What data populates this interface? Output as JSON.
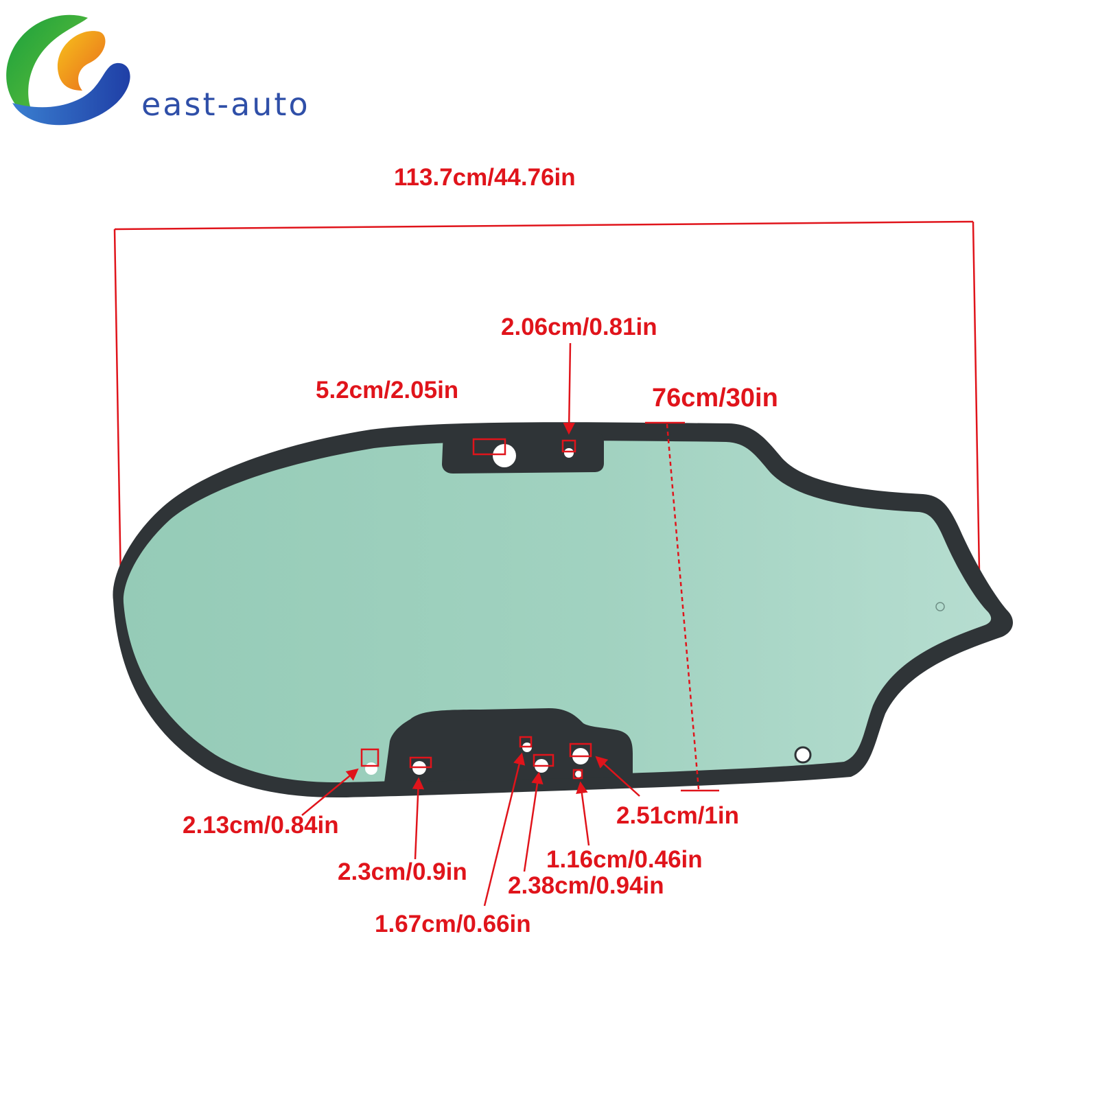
{
  "brand": {
    "name": "east-auto",
    "text_color": "#2f4fa8"
  },
  "colors": {
    "dimension": "#e0141b",
    "glass": "#a3d3c2",
    "frame": "#2f3437"
  },
  "dimensions": {
    "overall_width": "113.7cm/44.76in",
    "overall_height": "76cm/30in",
    "top_slot_width": "5.2cm/2.05in",
    "top_small_hole": "2.06cm/0.81in",
    "left_hole": "2.13cm/0.84in",
    "hole_a": "2.3cm/0.9in",
    "hole_b": "1.67cm/0.66in",
    "hole_c": "2.38cm/0.94in",
    "hole_d": "1.16cm/0.46in",
    "hole_e": "2.51cm/1in"
  }
}
